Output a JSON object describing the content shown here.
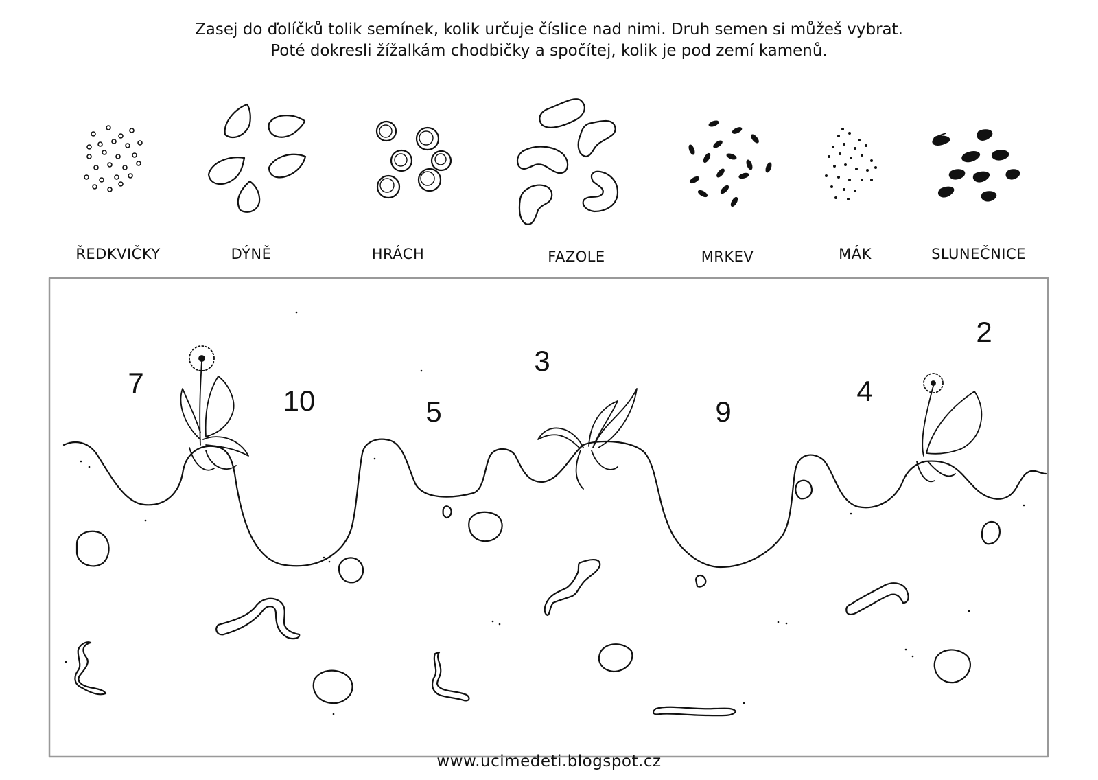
{
  "instructions": {
    "line1": "Zasej do ďolíčků tolik semínek, kolik určuje číslice nad nimi. Druh semen si můžeš vybrat.",
    "line2": "Poté dokresli žížalkám chodbičky a spočítej, kolik je pod zemí kamenů."
  },
  "seeds": [
    {
      "label": "ŘEDKVIČKY",
      "icon": "radish-seeds-icon"
    },
    {
      "label": "DÝNĚ",
      "icon": "pumpkin-seeds-icon"
    },
    {
      "label": "HRÁCH",
      "icon": "pea-seeds-icon"
    },
    {
      "label": "FAZOLE",
      "icon": "bean-seeds-icon"
    },
    {
      "label": "MRKEV",
      "icon": "carrot-seeds-icon"
    },
    {
      "label": "MÁK",
      "icon": "poppy-seeds-icon"
    },
    {
      "label": "SLUNEČNICE",
      "icon": "sunflower-seeds-icon"
    }
  ],
  "hole_numbers": [
    "7",
    "10",
    "5",
    "3",
    "9",
    "4",
    "2"
  ],
  "footer": "www.ucimedeti.blogspot.cz"
}
